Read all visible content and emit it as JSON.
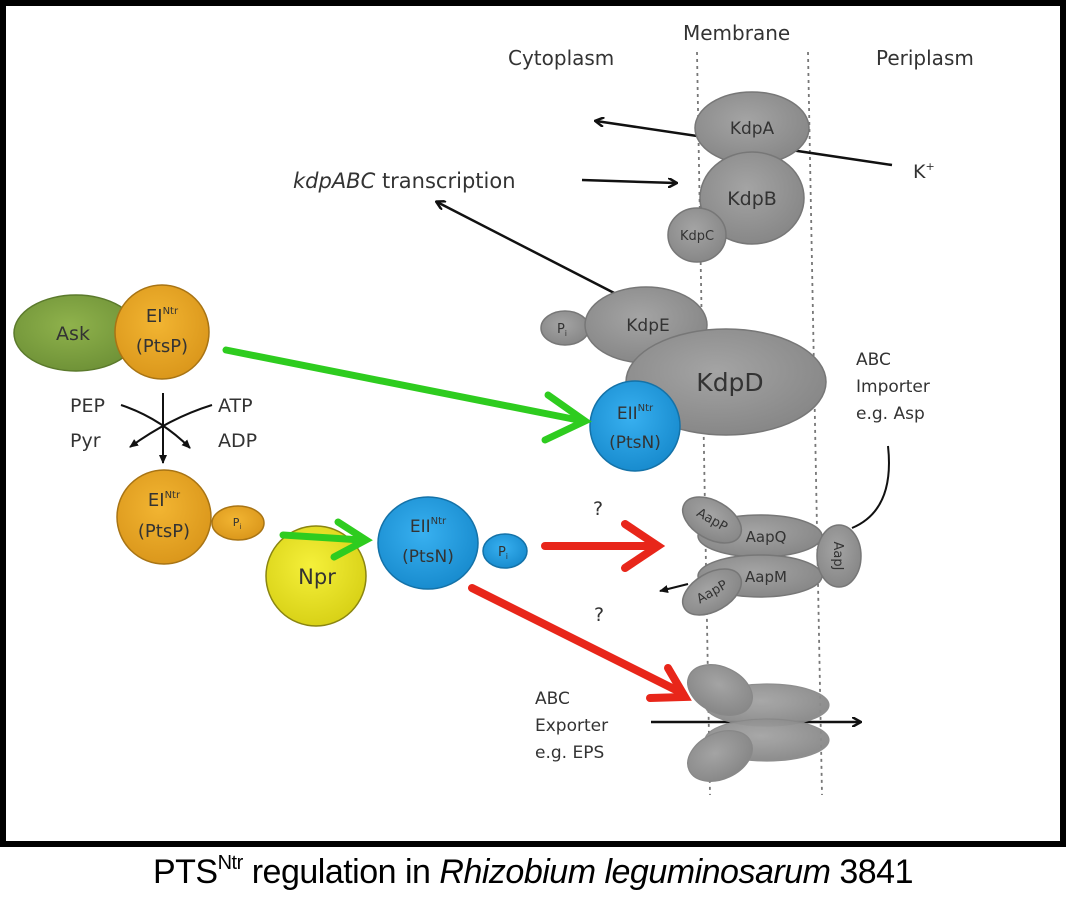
{
  "regions": {
    "cytoplasm": "Cytoplasm",
    "membrane": "Membrane",
    "periplasm": "Periplasm"
  },
  "kdp": {
    "transcription_italic": "kdpABC",
    "transcription_rest": " transcription",
    "kdpA": "KdpA",
    "kdpB": "KdpB",
    "kdpC": "KdpC",
    "kdpD": "KdpD",
    "kdpE": "KdpE",
    "pi": "P",
    "pi_sub": "i",
    "k_ion": "K",
    "k_sup": "+"
  },
  "pts": {
    "ask": "Ask",
    "ei": "EI",
    "ntr_sup": "Ntr",
    "ptsp": "(PtsP)",
    "eii": "EII",
    "ptsn": "(PtsN)",
    "npr": "Npr",
    "pi": "P",
    "pi_sub": "i",
    "pep": "PEP",
    "pyr": "Pyr",
    "atp": "ATP",
    "adp": "ADP"
  },
  "importer": {
    "label_line1": "ABC",
    "label_line2": "Importer",
    "label_line3": "e.g. Asp",
    "aapP_top": "AapP",
    "aapQ": "AapQ",
    "aapP_bottom": "AapP",
    "aapM": "AapM",
    "aapJ": "AapJ",
    "question": "?"
  },
  "exporter": {
    "label_line1": "ABC",
    "label_line2": "Exporter",
    "label_line3": "e.g. EPS",
    "question": "?"
  },
  "caption": {
    "pts": "PTS",
    "ntr_sup": "Ntr",
    "middle": " regulation in ",
    "organism": "Rhizobium leguminosarum",
    "strain": " 3841"
  },
  "colors": {
    "green_arrow": "#2ecc1f",
    "red_arrow": "#e8261a",
    "orange_protein": "#e8a21c",
    "blue_protein": "#1e9be0",
    "yellow_protein": "#e6e01a",
    "olive_protein": "#7fa040",
    "grey_protein": "#8c8c8c"
  }
}
